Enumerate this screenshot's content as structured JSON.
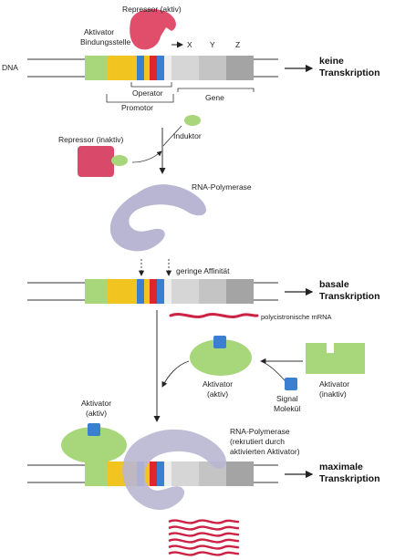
{
  "colors": {
    "repressor_active": "#e04e6c",
    "repressor_inactive": "#d94a6a",
    "inducer": "#a8d67a",
    "polymerase": "#b9b6d3",
    "activator": "#a8d67a",
    "signal": "#3a7fd0",
    "binding_site": "#a8d67a",
    "promoter": "#f2c420",
    "operator_blue": "#3a7fd0",
    "operator_red": "#e0262a",
    "gene_x": "#d6d6d6",
    "gene_y": "#c4c4c4",
    "gene_z": "#a4a4a4",
    "mrna": "#cc2244"
  },
  "panel1": {
    "dna_label": "DNA",
    "repressor_label": "Repressor (aktiv)",
    "activator_site_line1": "Aktivator",
    "activator_site_line2": "Bindungsstelle",
    "gene_x": "X",
    "gene_y": "Y",
    "gene_z": "Z",
    "operator_label": "Operator",
    "genes_label": "Gene",
    "promoter_label": "Promotor",
    "result_line1": "keine",
    "result_line2": "Transkription"
  },
  "transition1": {
    "repressor_inactive_label": "Repressor (inaktiv)",
    "inducer_label": "Induktor",
    "polymerase_label": "RNA-Polymerase"
  },
  "panel2": {
    "affinity_label": "geringe Affinität",
    "result_line1": "basale",
    "result_line2": "Transkription",
    "mrna_label": "polycistronische mRNA"
  },
  "transition2": {
    "activator_active_line1": "Aktivator",
    "activator_active_line2": "(aktiv)",
    "signal_line1": "Signal",
    "signal_line2": "Molekül",
    "activator_inactive_line1": "Aktivator",
    "activator_inactive_line2": "(inaktiv)"
  },
  "panel3": {
    "activator_line1": "Aktivator",
    "activator_line2": "(aktiv)",
    "polymerase_line1": "RNA-Polymerase",
    "polymerase_line2": "(rekrutiert durch",
    "polymerase_line3": "aktivierten Aktivator)",
    "result_line1": "maximale",
    "result_line2": "Transkription"
  }
}
